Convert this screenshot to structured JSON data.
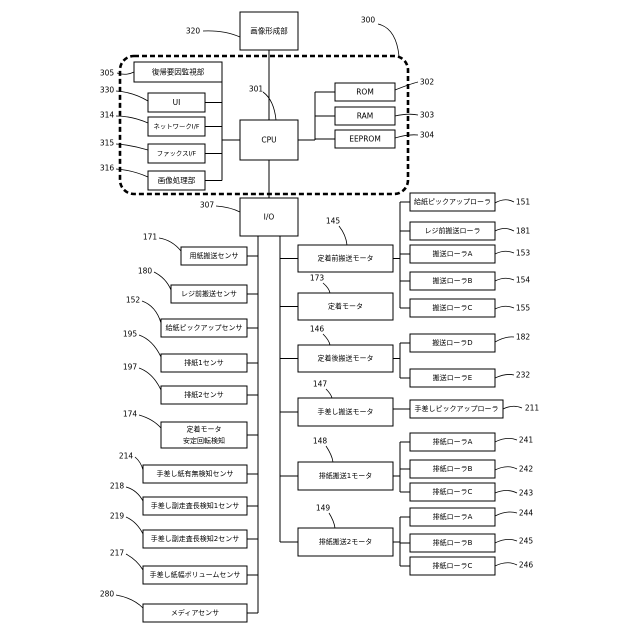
{
  "figure": {
    "image_forming_unit": {
      "label": "画像形成部",
      "ref": "320"
    },
    "controller": {
      "ref": "300",
      "return_factor_monitor": {
        "label": "復帰要因監視部",
        "ref": "305"
      },
      "ui": {
        "label": "UI",
        "ref": "330"
      },
      "network_if": {
        "label": "ネットワークI/F",
        "ref": "314"
      },
      "fax_if": {
        "label": "ファックスI/F",
        "ref": "315"
      },
      "image_processor": {
        "label": "画像処理部",
        "ref": "316"
      },
      "cpu": {
        "label": "CPU",
        "ref": "301"
      },
      "rom": {
        "label": "ROM",
        "ref": "302"
      },
      "ram": {
        "label": "RAM",
        "ref": "303"
      },
      "eeprom": {
        "label": "EEPROM",
        "ref": "304"
      }
    },
    "io": {
      "label": "I/O",
      "ref": "307"
    },
    "sensors": [
      {
        "label": "用紙搬送センサ",
        "ref": "171"
      },
      {
        "label": "レジ前搬送センサ",
        "ref": "180"
      },
      {
        "label": "給紙ピックアップセンサ",
        "ref": "152"
      },
      {
        "label": "排紙1センサ",
        "ref": "195"
      },
      {
        "label": "排紙2センサ",
        "ref": "197"
      },
      {
        "lines": [
          "定着モータ",
          "安定回転検知"
        ],
        "ref": "174"
      },
      {
        "label": "手差し紙有無検知センサ",
        "ref": "214"
      },
      {
        "label": "手差し副走査長検知1センサ",
        "ref": "218"
      },
      {
        "label": "手差し副走査長検知2センサ",
        "ref": "219"
      },
      {
        "label": "手差し紙幅ボリュームセンサ",
        "ref": "217"
      },
      {
        "label": "メディアセンサ",
        "ref": "280"
      }
    ],
    "motors": [
      {
        "label": "定着前搬送モータ",
        "ref": "145",
        "rollers": [
          {
            "label": "給紙ピックアップローラ",
            "ref": "151"
          },
          {
            "label": "レジ前搬送ローラ",
            "ref": "181"
          },
          {
            "label": "搬送ローラA",
            "ref": "153"
          },
          {
            "label": "搬送ローラB",
            "ref": "154"
          },
          {
            "label": "搬送ローラC",
            "ref": "155"
          }
        ]
      },
      {
        "label": "定着モータ",
        "ref": "173"
      },
      {
        "label": "定着後搬送モータ",
        "ref": "146",
        "rollers": [
          {
            "label": "搬送ローラD",
            "ref": "182"
          },
          {
            "label": "搬送ローラE",
            "ref": "232"
          }
        ]
      },
      {
        "label": "手差し搬送モータ",
        "ref": "147",
        "rollers": [
          {
            "label": "手差しピックアップローラ",
            "ref": "211"
          }
        ]
      },
      {
        "label": "排紙搬送1モータ",
        "ref": "148",
        "rollers": [
          {
            "label": "排紙ローラA",
            "ref": "241"
          },
          {
            "label": "排紙ローラB",
            "ref": "242"
          },
          {
            "label": "排紙ローラC",
            "ref": "243"
          }
        ]
      },
      {
        "label": "排紙搬送2モータ",
        "ref": "149",
        "rollers": [
          {
            "label": "排紙ローラA",
            "ref": "244"
          },
          {
            "label": "排紙ローラB",
            "ref": "245"
          },
          {
            "label": "排紙ローラC",
            "ref": "246"
          }
        ]
      }
    ]
  }
}
